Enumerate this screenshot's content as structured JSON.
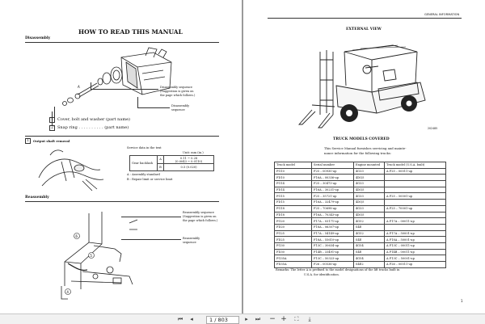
{
  "left_page": {
    "title": "HOW TO READ THIS MANUAL",
    "disassembly_heading": "Disassembly",
    "callout_disassembly_seq": "Disassembly sequence",
    "callout_suggestion_1": "(Suggestion is given on",
    "callout_suggestion_2": "the page which follows.)",
    "callout_disassembly_seq2": "Disassembly",
    "callout_disassembly_seq3": "sequence",
    "step1_num": "1",
    "step1_text": "Cover, bolt and washer (part name)",
    "step2_num": "2",
    "step2_text": "Snap ring . . . . . . . . . . (part name)",
    "marker_a": "A",
    "output_heading": "Output shaft removal",
    "service_data_text": "Service data in the text",
    "unit_text": "Unit: mm (in.)",
    "gear_backlash": "Gear backlash",
    "row_a_label": "A",
    "row_a_val1": "0.11 ~ 0.28",
    "row_a_val2": "(0.0043 ~ 0.0110)",
    "row_b_label": "B",
    "row_b_val": "0.5 (0.020)",
    "legend_a": "A : Assembly standard",
    "legend_b": "B : Repair limit or service limit",
    "reassembly_heading": "Reassembly",
    "reas_callout_1": "Reassembly sequence",
    "reas_callout_2": "(Suggestion is given on",
    "reas_callout_3": "the page which follows.)",
    "reas_callout_4": "Reassembly",
    "reas_callout_5": "sequence",
    "circle_6": "6",
    "circle_5": "5",
    "circle_4": "4"
  },
  "right_page": {
    "header_right": "GENERAL INFORMATION",
    "external_view_title": "EXTERNAL VIEW",
    "image_code": "202485",
    "models_title": "TRUCK MODELS COVERED",
    "intro_line1": "This Service Manual furnishes servicing and mainte-",
    "intro_line2": "nance information for the following trucks:",
    "columns": [
      "Truck model",
      "Serial number",
      "Engine mounted",
      "Truck model (U.S.A. built)"
    ],
    "rows": [
      [
        "FG10",
        "F25   – 00930-up",
        "4G33",
        "A F25   – 00011-up"
      ],
      [
        "FD10",
        "F16A  – 00336-up",
        "4DQ5",
        ""
      ],
      [
        "FG14",
        "F25   – 30473-up",
        "4G33",
        ""
      ],
      [
        "FD14",
        "F16A  – 30231-up",
        "4DQ5",
        ""
      ],
      [
        "FG15",
        "F25   – 35721-up",
        "4G33",
        "A F25   – 50001-up"
      ],
      [
        "FD15",
        "F16A  – 32479-up",
        "4DQ5",
        ""
      ],
      [
        "FG18",
        "F25   – 70698-up",
        "4G33",
        "A F25   – 70001-up"
      ],
      [
        "FD18",
        "F16A  – 70343-up",
        "4DQ5",
        ""
      ],
      [
        "FG20",
        "F17A  – 03171-up",
        "4G52",
        "A F17A  – 00011-up"
      ],
      [
        "FD20",
        "F18A  – 06307-up",
        "S4E",
        ""
      ],
      [
        "FG25",
        "F17A  – 54149-up",
        "4G52",
        "A F17A  – 50001-up"
      ],
      [
        "FD25",
        "F18A  – 55610-up",
        "S4E",
        "A F18A  – 50001-up"
      ],
      [
        "FG30",
        "F13C  – 30634-up",
        "4G54",
        "A F13C  – 00011-up"
      ],
      [
        "FD30",
        "F14B  – 33491-up",
        "S4E",
        "A F14B  – 00011-up"
      ],
      [
        "FG35A",
        "F13C  – 50323-up",
        "4G54",
        "A F13C  – 50001-up"
      ],
      [
        "FD35A",
        "F26   – 00536-up",
        "S4E2",
        "A F26   – 00011-up"
      ]
    ],
    "remarks_line1": "Remarks:  The letter A is prefixed to the model designations of the lift trucks built in",
    "remarks_line2": "U.S.A. for identification.",
    "page_number": "1"
  },
  "toolbar": {
    "current_page": "1 / 803",
    "zoom_out_label": "−",
    "zoom_in_label": "+"
  },
  "colors": {
    "toolbar_bg": "#f1f1f1",
    "ink": "#111111",
    "divider": "#9a9a9a"
  }
}
